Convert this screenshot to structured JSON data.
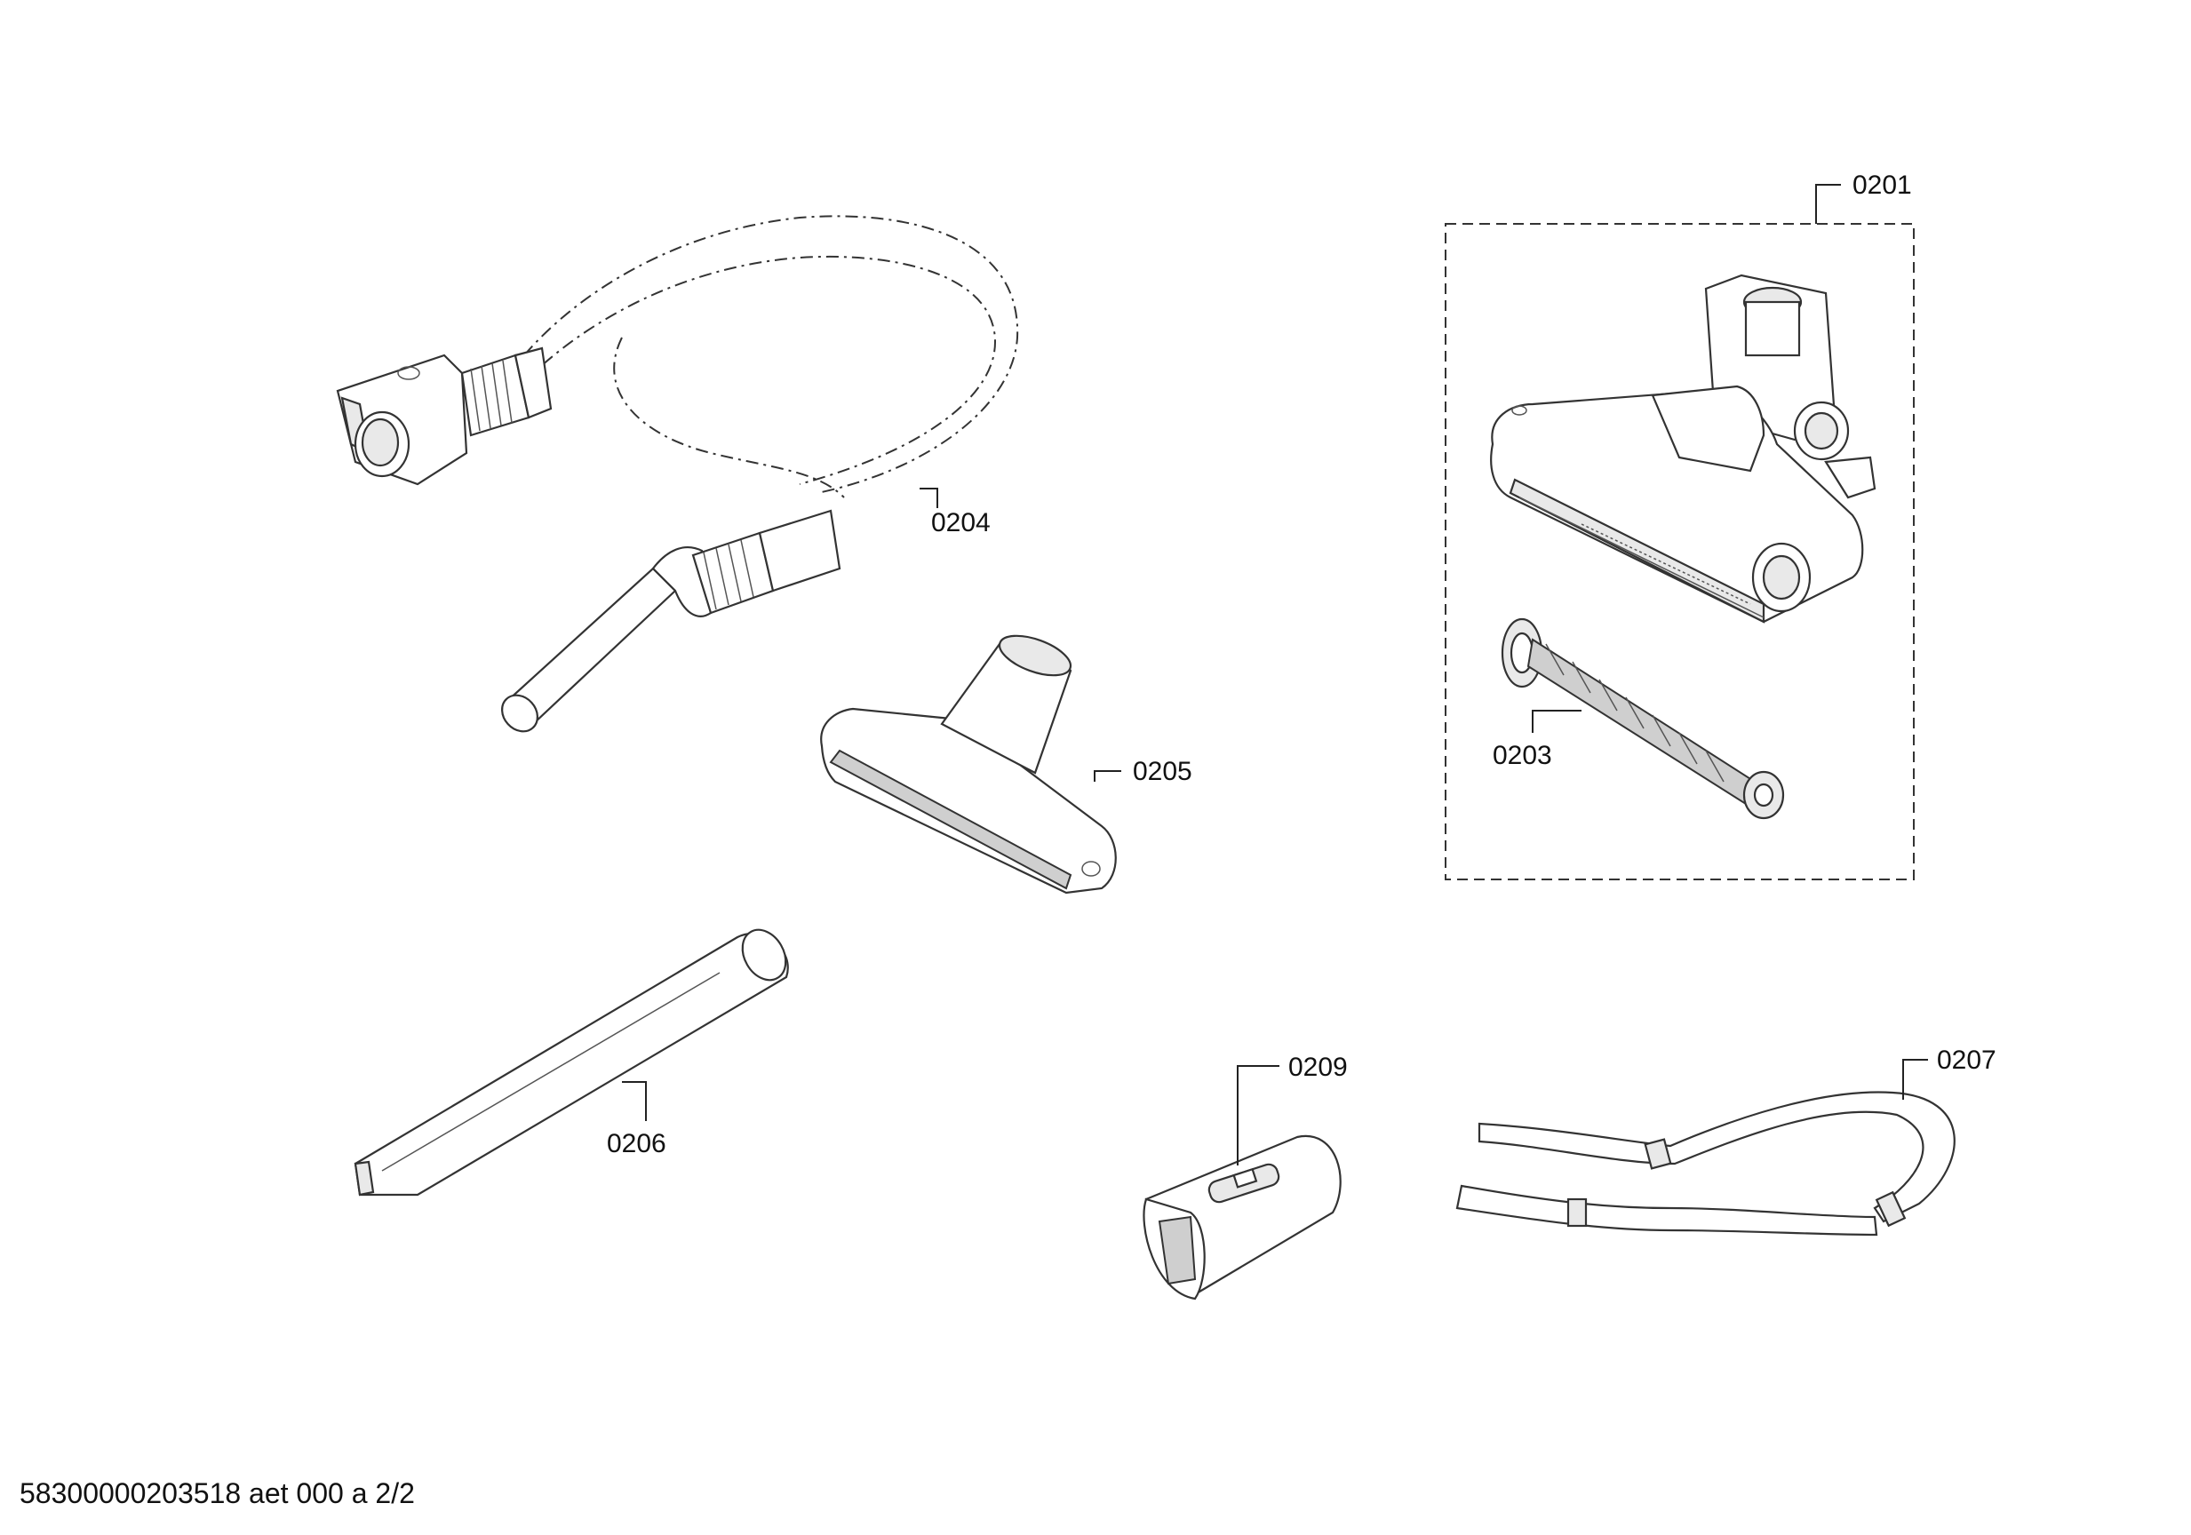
{
  "diagram": {
    "labels": {
      "p0201": "0201",
      "p0203": "0203",
      "p0204": "0204",
      "p0205": "0205",
      "p0206": "0206",
      "p0207": "0207",
      "p0209": "0209"
    }
  },
  "footer": {
    "document_id": "58300000203518 aet 000 a 2/2"
  }
}
